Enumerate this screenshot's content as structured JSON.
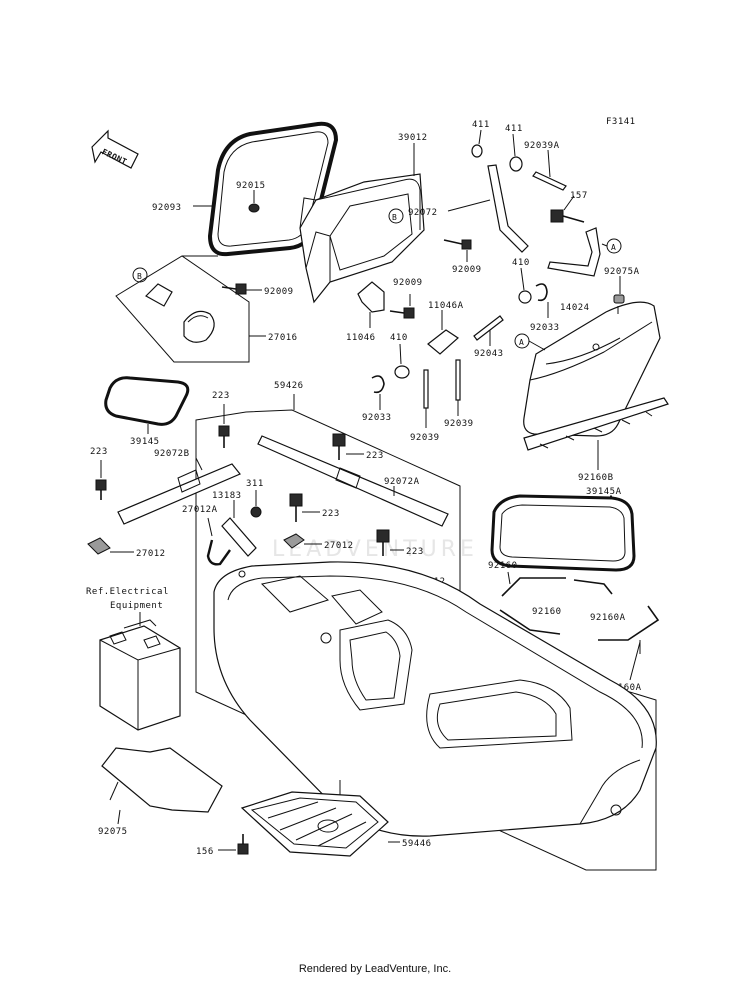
{
  "figure_code": "F3141",
  "front_label": "FRONT",
  "callouts": {
    "a": "A",
    "b": "B"
  },
  "part_labels": {
    "p92093": "92093",
    "p92015": "92015",
    "p39012": "39012",
    "p411a": "411",
    "p411b": "411",
    "p92039a": "92039A",
    "p92072": "92072",
    "p157": "157",
    "p92009a": "92009",
    "p92009b": "92009",
    "p92009c": "92009",
    "p410a": "410",
    "p92075a": "92075A",
    "p27016": "27016",
    "p11046a": "11046A",
    "p11046": "11046",
    "p410b": "410",
    "p92043": "92043",
    "p92033a": "92033",
    "p14024": "14024",
    "p59426": "59426",
    "p223a": "223",
    "p39145": "39145",
    "p92033b": "92033",
    "p92039a2": "92039",
    "p92039b": "92039",
    "p223b": "223",
    "p92072b": "92072B",
    "p223c": "223",
    "p311": "311",
    "p92072a": "92072A",
    "p92160b": "92160B",
    "p13183": "13183",
    "p223d": "223",
    "p39145a": "39145A",
    "p27012a": "27012A",
    "p27012b": "27012",
    "p27012c": "27012",
    "p27012d": "27012",
    "p223e": "223",
    "p92160a_top": "92160",
    "p92160_mid": "92160",
    "p92160a": "92160A",
    "p92160a2": "92160A",
    "p92075": "92075",
    "p156": "156",
    "p59446": "59446"
  },
  "ref_note": {
    "line1": "Ref.Electrical",
    "line2": "Equipment"
  },
  "watermark": "LEADVENTURE",
  "footer": "Rendered by LeadVenture, Inc."
}
